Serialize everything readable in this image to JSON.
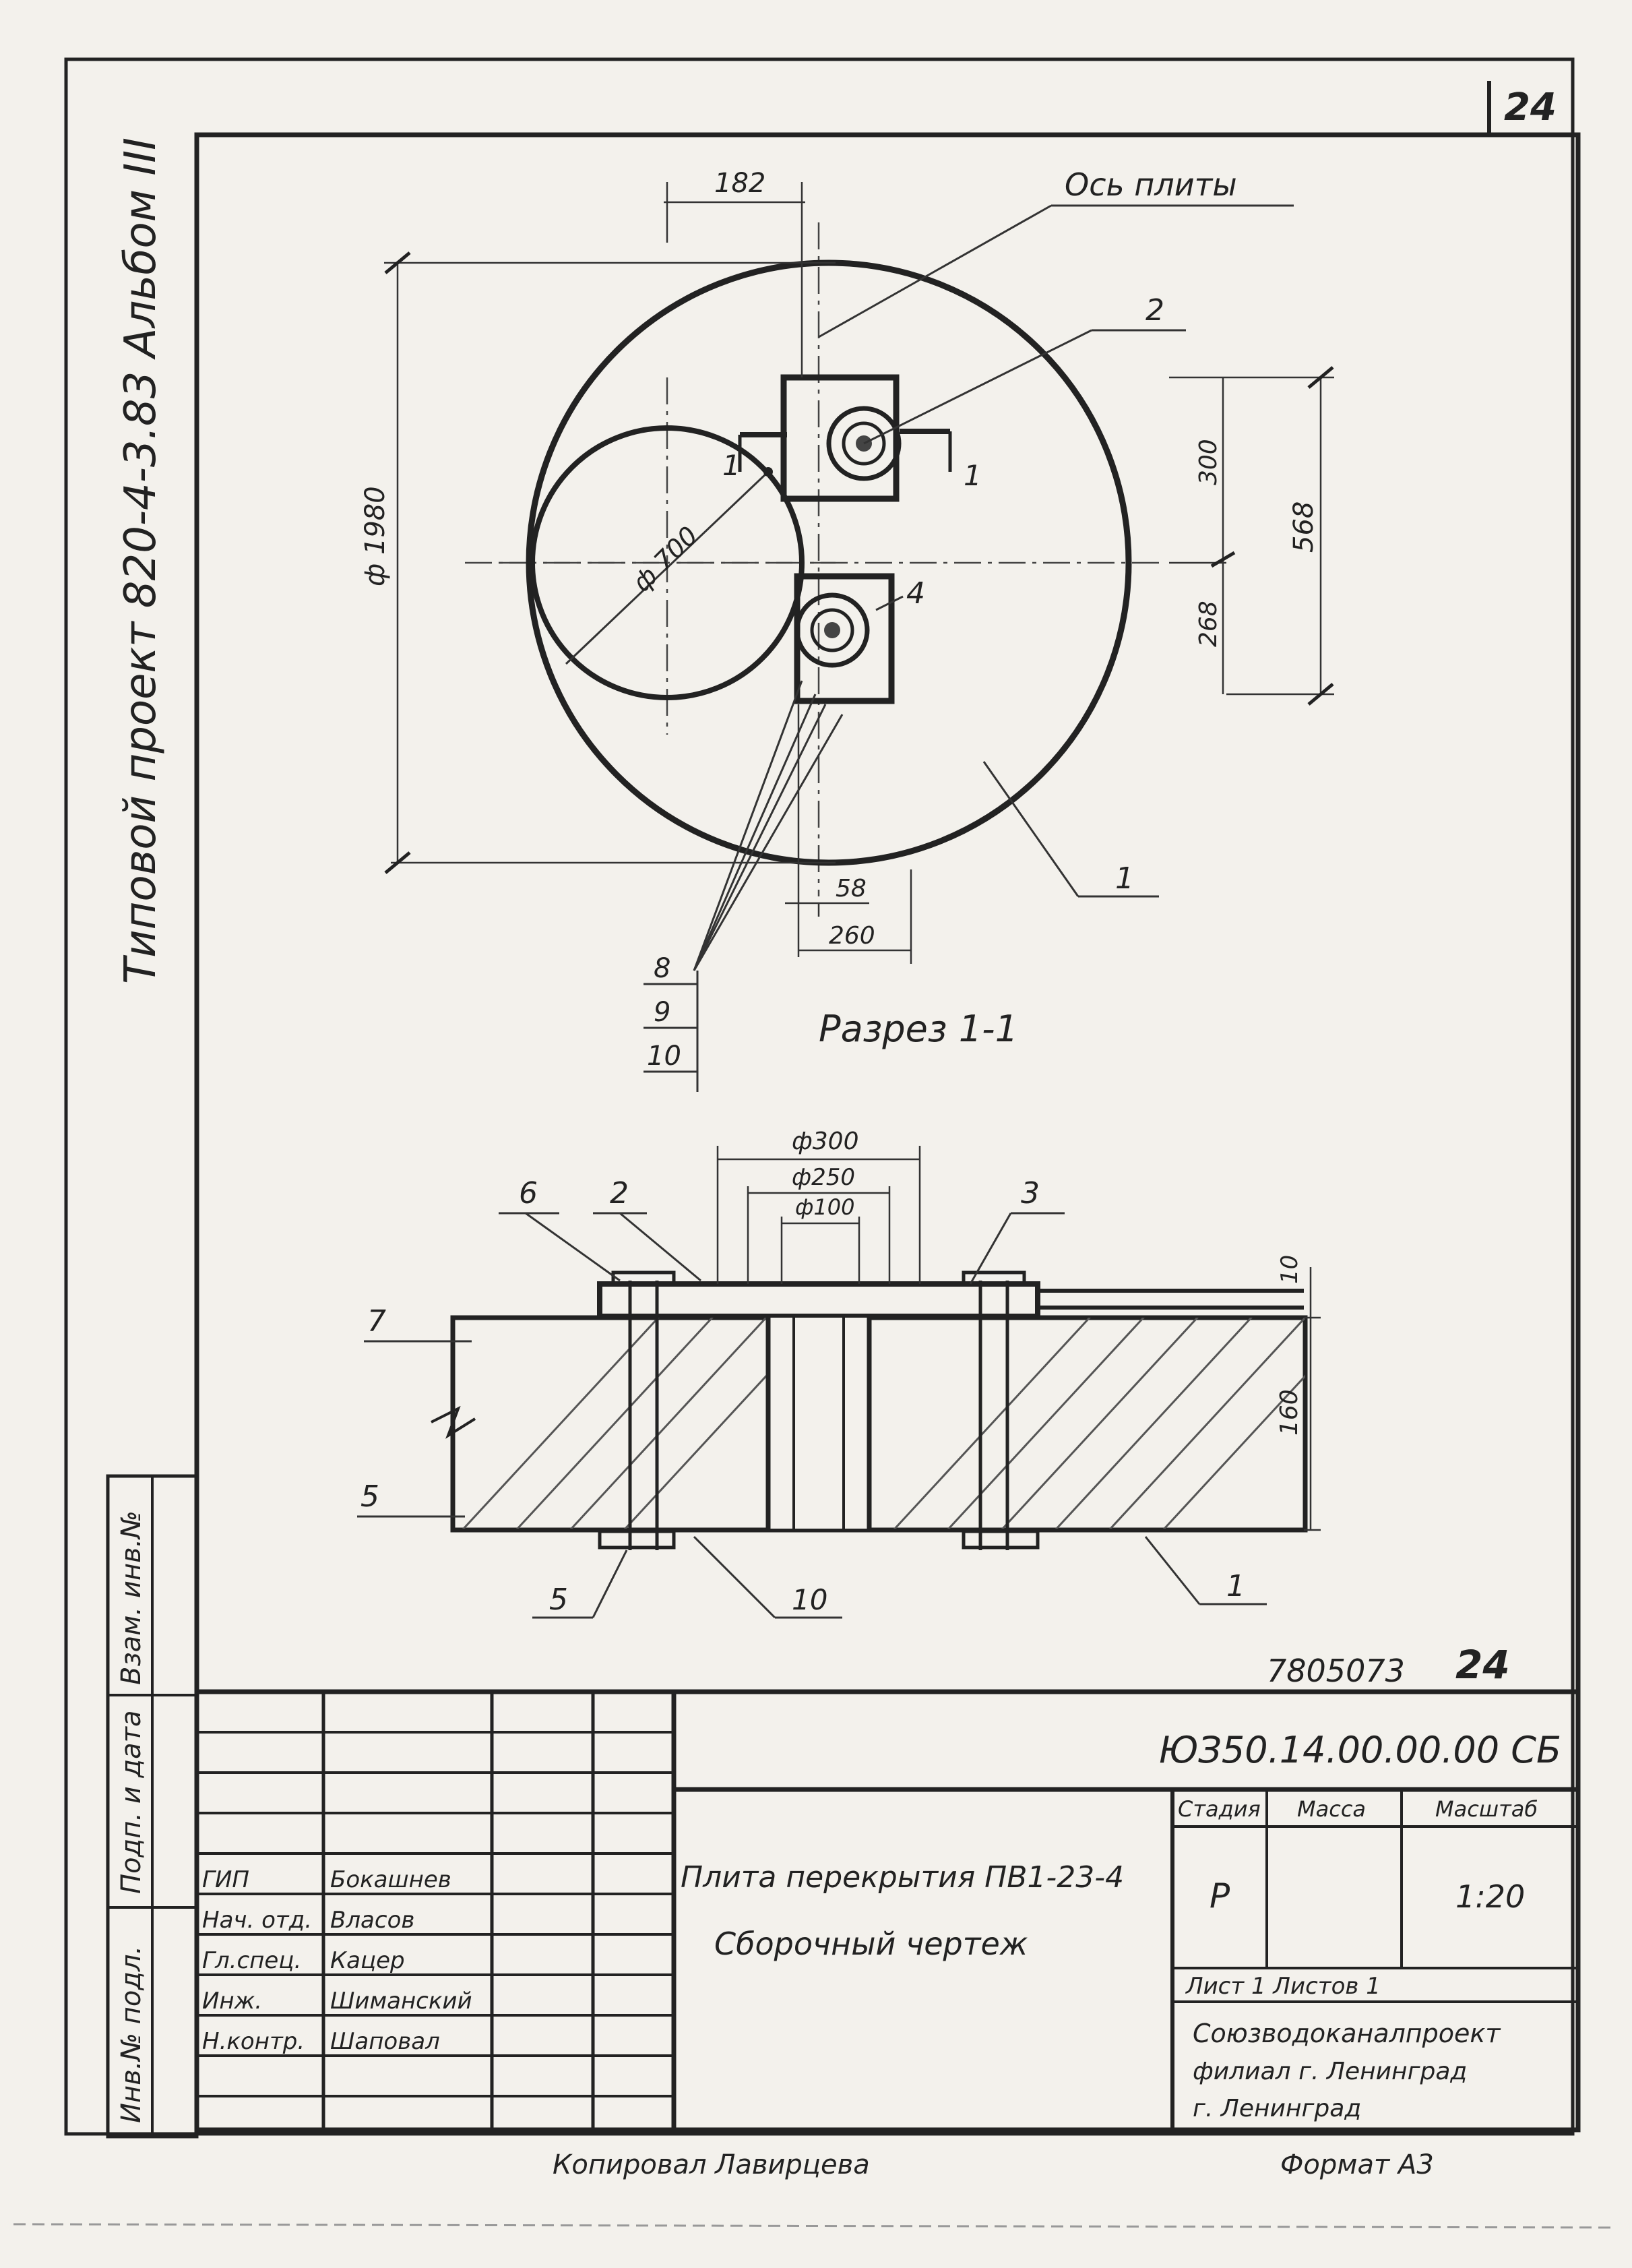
{
  "page": {
    "sheet_number": "24"
  },
  "margin": {
    "project_title": "Типовой проект 820-4-3.83 Альбом III",
    "stamp_headers": [
      "Инв.№ подл.",
      "Подп. и дата",
      "Взам. инв.№"
    ]
  },
  "plan": {
    "label_axis": "Ось плиты",
    "dims": {
      "top_offset": "182",
      "diameter_main": "ф 1980",
      "diameter_hatch": "ф 700",
      "right_total": "568",
      "right_part1": "300",
      "right_part2": "268",
      "bottom_1": "58",
      "bottom_2": "260"
    },
    "section_mark_left": "1",
    "section_mark_right": "1",
    "callouts": {
      "c2": "2",
      "c4": "4",
      "c1": "1",
      "stack_1": "8",
      "stack_2": "9",
      "stack_3": "10"
    }
  },
  "section": {
    "title": "Разрез 1-1",
    "dims": {
      "d_outer": "ф300",
      "d_mid": "ф250",
      "d_inner": "ф100",
      "thickness": "160",
      "top": "10"
    },
    "callouts": {
      "c6": "6",
      "c2": "2",
      "c3": "3",
      "c7": "7",
      "c5": "5",
      "c5b": "5",
      "c10": "10",
      "c1": "1"
    }
  },
  "title_block": {
    "doc_code": "7805073",
    "sheet_mark": "24",
    "doc_designation": "ЮЗ50.14.00.00.00 СБ",
    "description_line1": "Плита перекрытия ПВ1-23-4",
    "description_line2": "Сборочный чертеж",
    "col_headers": [
      "Стадия",
      "Масса",
      "Масштаб"
    ],
    "stage": "Р",
    "mass": "",
    "scale": "1:20",
    "sheet_info": "Лист 1  Листов 1",
    "org_line1": "Союзводоканалпроект",
    "org_line2": "филиал г. Ленинград",
    "org_line3": "г. Ленинград",
    "roles": [
      {
        "role": "ГИП",
        "name": "Бокашнев",
        "date": ""
      },
      {
        "role": "Нач. отд.",
        "name": "Власов",
        "date": ""
      },
      {
        "role": "Гл.спец.",
        "name": "Кацер",
        "date": ""
      },
      {
        "role": "Инж.",
        "name": "Шиманский",
        "date": ""
      },
      {
        "role": "Н.контр.",
        "name": "Шаповал",
        "date": ""
      }
    ]
  },
  "footer": {
    "left": "Копировал Лавирцева",
    "right": "Формат А3"
  }
}
